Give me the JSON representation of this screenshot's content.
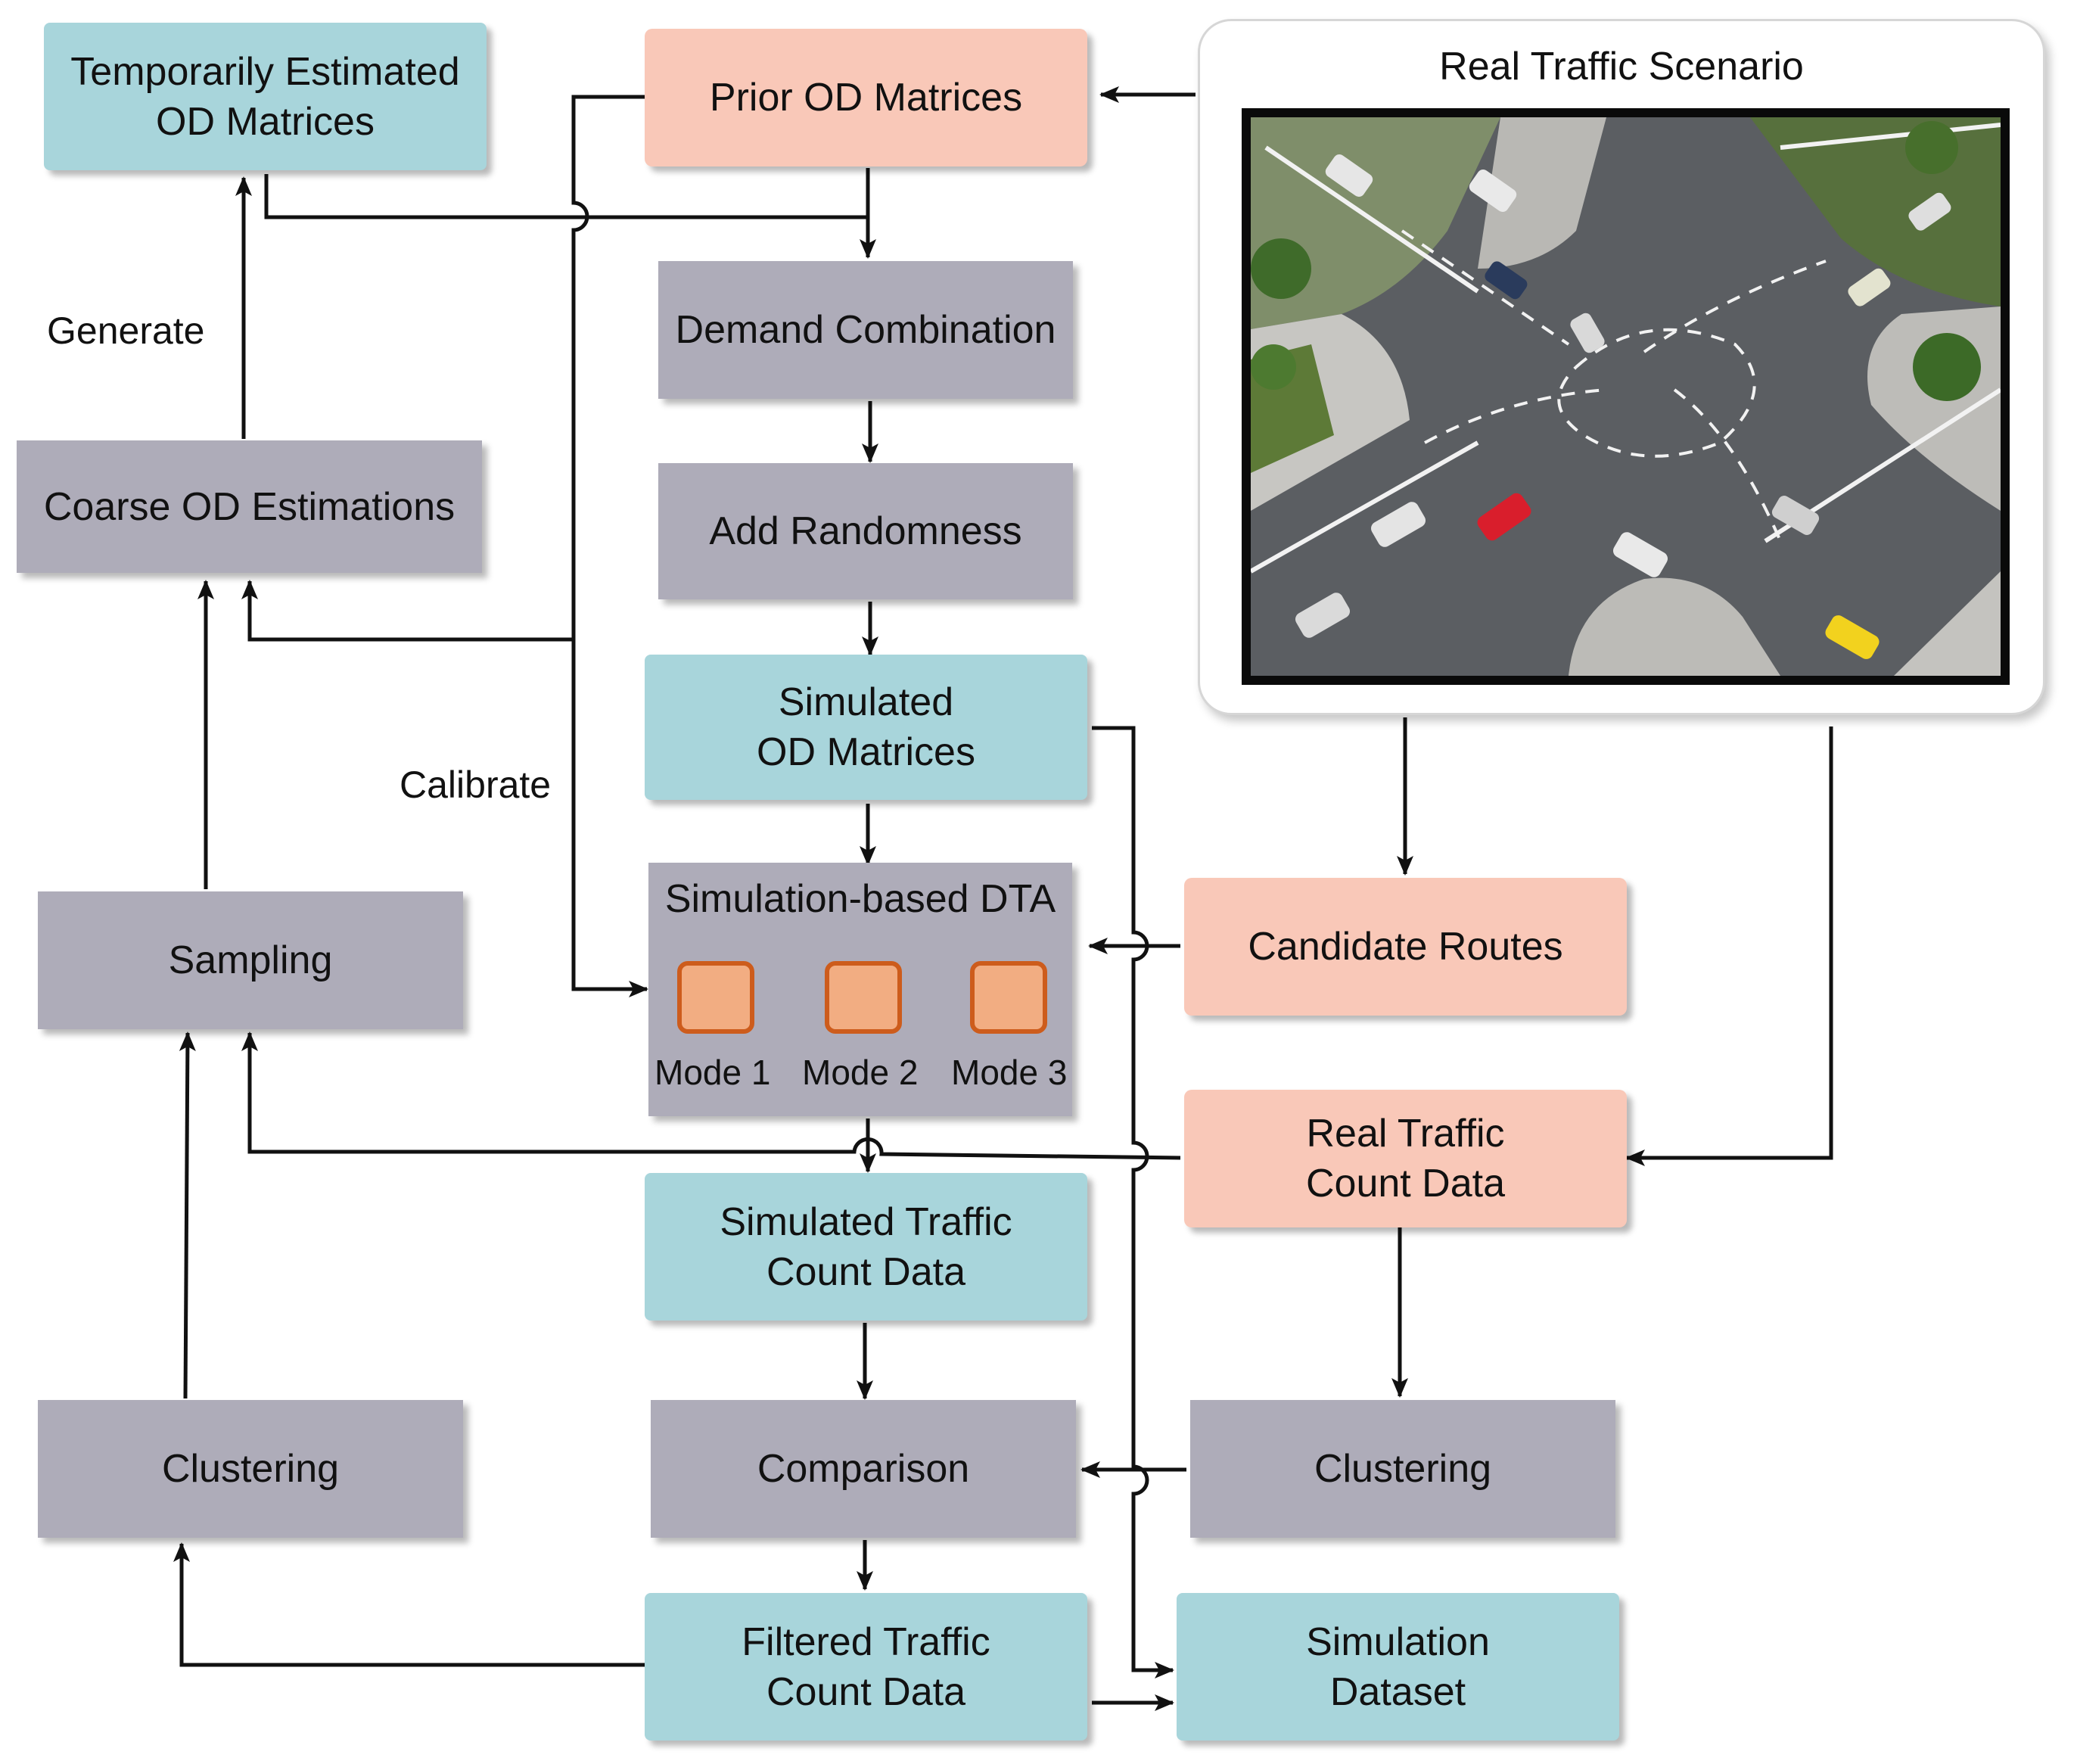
{
  "boxes": {
    "temp_od": "Temporarily Estimated\nOD Matrices",
    "prior_od": "Prior OD Matrices",
    "demand_combination": "Demand Combination",
    "add_randomness": "Add Randomness",
    "coarse_od": "Coarse OD Estimations",
    "simulated_od": "Simulated\nOD Matrices",
    "sampling": "Sampling",
    "candidate_routes": "Candidate Routes",
    "real_count": "Real Traffic\nCount Data",
    "simulated_count": "Simulated Traffic\nCount Data",
    "clustering_left": "Clustering",
    "comparison": "Comparison",
    "clustering_right": "Clustering",
    "filtered_count": "Filtered Traffic\nCount Data",
    "simulation_dataset": "Simulation\nDataset"
  },
  "dta": {
    "title": "Simulation-based DTA",
    "modes": [
      "Mode 1",
      "Mode 2",
      "Mode 3"
    ]
  },
  "labels": {
    "generate": "Generate",
    "calibrate": "Calibrate"
  },
  "scenario": {
    "title": "Real Traffic Scenario"
  },
  "colors": {
    "teal": "#a8d5db",
    "salmon": "#f9c8b8",
    "gray": "#aeacb9",
    "mode_fill": "#f2ad82",
    "mode_border": "#cd5c1c"
  }
}
